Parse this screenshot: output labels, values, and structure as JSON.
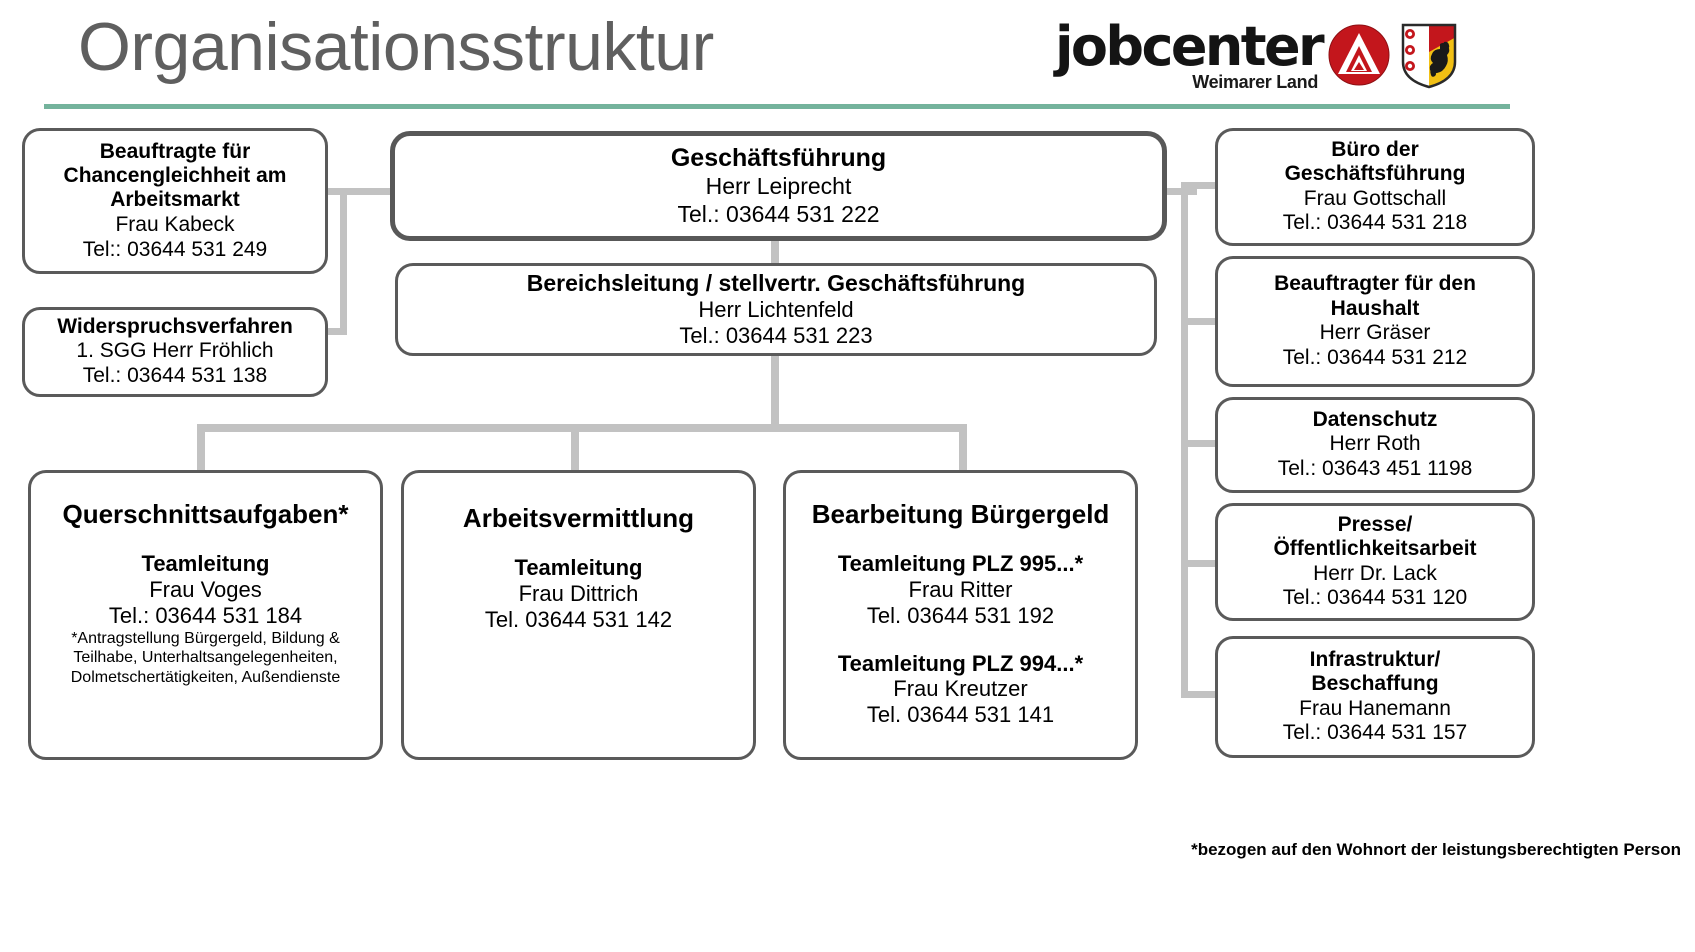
{
  "header": {
    "title": "Organisationsstruktur",
    "brand_wordmark": "jobcenter",
    "brand_subtitle": "Weimarer Land",
    "ba_logo_name": "ba-arrow-logo",
    "coat_of_arms_name": "weimarer-land-coat-of-arms",
    "rule_color": "#74b39c"
  },
  "nodes": {
    "geschaeftsfuehrung": {
      "title": "Geschäftsführung",
      "person": "Herr Leiprecht",
      "phone": "Tel.: 03644 531 222"
    },
    "bereichsleitung": {
      "title": "Bereichsleitung / stellvertr. Geschäftsführung",
      "person": "Herr Lichtenfeld",
      "phone": "Tel.: 03644 531 223"
    },
    "chancengleichheit": {
      "title_l1": "Beauftragte für",
      "title_l2": "Chancengleichheit am",
      "title_l3": "Arbeitsmarkt",
      "person": "Frau Kabeck",
      "phone": "Tel:: 03644 531 249"
    },
    "widerspruch": {
      "title": "Widerspruchsverfahren",
      "person": "1. SGG Herr Fröhlich",
      "phone": "Tel.: 03644 531 138"
    },
    "querschnittsaufgaben": {
      "title": "Querschnittsaufgaben*",
      "role": "Teamleitung",
      "person": "Frau Voges",
      "phone": "Tel.: 03644 531 184",
      "note_l1": "*Antragstellung Bürgergeld, Bildung &",
      "note_l2": "Teilhabe, Unterhaltsangelegenheiten,",
      "note_l3": "Dolmetschertätigkeiten, Außendienste"
    },
    "arbeitsvermittlung": {
      "title": "Arbeitsvermittlung",
      "role": "Teamleitung",
      "person": "Frau Dittrich",
      "phone": "Tel. 03644 531 142"
    },
    "buergergeld": {
      "title": "Bearbeitung Bürgergeld",
      "role1": "Teamleitung PLZ 995...*",
      "person1": "Frau Ritter",
      "phone1": "Tel. 03644 531 192",
      "role2": "Teamleitung PLZ 994...*",
      "person2": "Frau Kreutzer",
      "phone2": "Tel. 03644 531 141"
    },
    "buero_gf": {
      "title_l1": "Büro der",
      "title_l2": "Geschäftsführung",
      "person": "Frau Gottschall",
      "phone": "Tel.: 03644 531 218"
    },
    "haushalt": {
      "title_l1": "Beauftragter für den",
      "title_l2": "Haushalt",
      "person": "Herr Gräser",
      "phone": "Tel.: 03644 531 212"
    },
    "datenschutz": {
      "title": "Datenschutz",
      "person": "Herr Roth",
      "phone": "Tel.: 03643 451 1198"
    },
    "presse": {
      "title_l1": "Presse/",
      "title_l2": "Öffentlichkeitsarbeit",
      "person": "Herr Dr. Lack",
      "phone": "Tel.: 03644 531 120"
    },
    "infrastruktur": {
      "title_l1": "Infrastruktur/",
      "title_l2": "Beschaffung",
      "person": "Frau Hanemann",
      "phone": "Tel.: 03644 531 157"
    }
  },
  "footnote": "*bezogen auf den Wohnort der leistungsberechtigten Person"
}
